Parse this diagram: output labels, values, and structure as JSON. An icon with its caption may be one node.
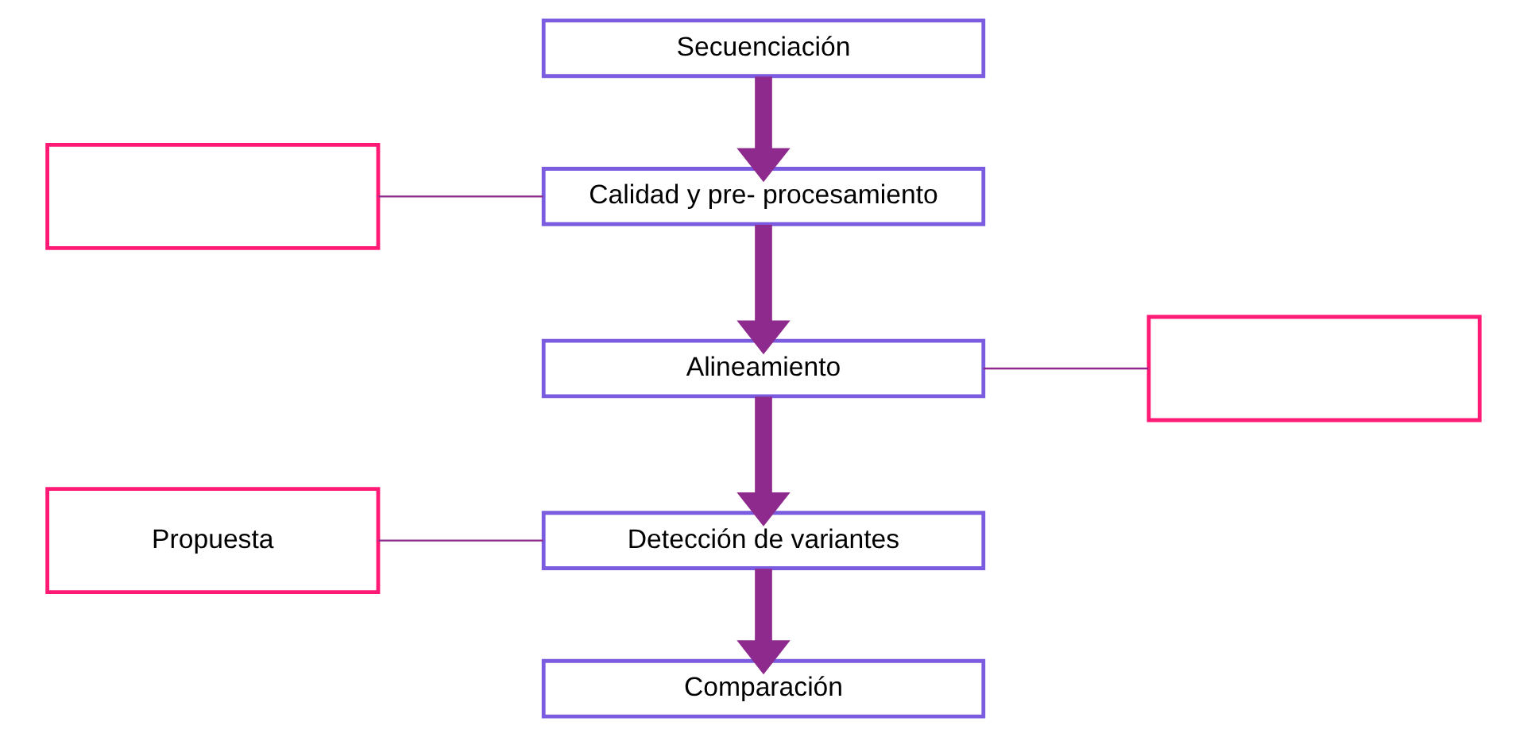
{
  "diagram": {
    "nodes": [
      {
        "text": [
          "Secuenciación"
        ]
      },
      {
        "text": [],
        "shape": "box"
      },
      {
        "text": [
          "Calidad y pre- procesamiento"
        ]
      },
      {
        "text": [
          "Alineamiento"
        ]
      },
      {
        "text": [],
        "shape": "box"
      },
      {
        "text": [
          "Propuesta"
        ]
      },
      {
        "text": [
          "Detección de variantes"
        ]
      },
      {
        "text": [
          "Comparación"
        ]
      }
    ],
    "edges": [
      {
        "from": 0,
        "to": 2,
        "arrow": "to"
      },
      {
        "from": 1,
        "to": 2,
        "arrow": "none"
      },
      {
        "from": 2,
        "to": 3,
        "arrow": "to"
      },
      {
        "from": 3,
        "to": 4,
        "arrow": "none"
      },
      {
        "from": 5,
        "to": 6,
        "arrow": "none"
      },
      {
        "from": 3,
        "to": 6,
        "arrow": "to"
      },
      {
        "from": 6,
        "to": 7,
        "arrow": "to"
      }
    ]
  }
}
